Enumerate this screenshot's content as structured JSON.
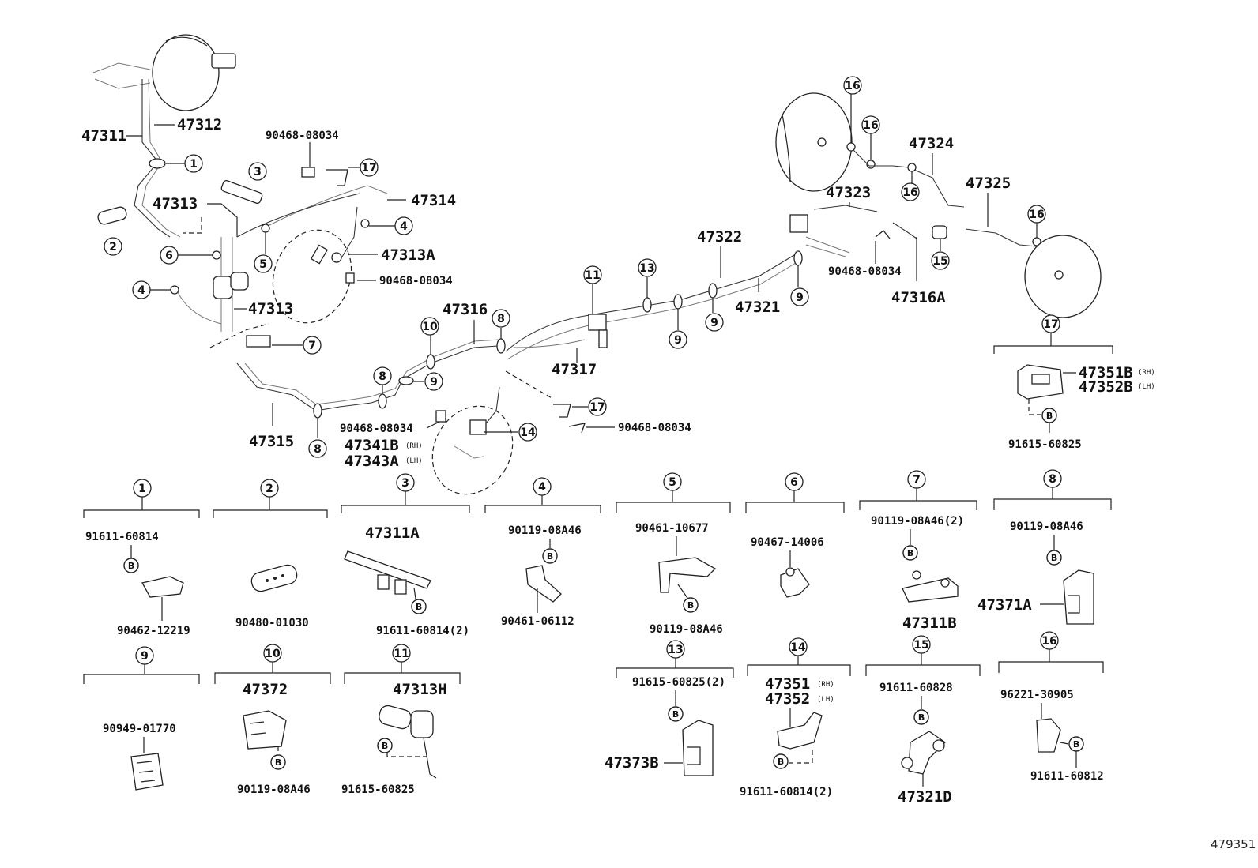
{
  "diagram_ref": "479351",
  "labels": {
    "p47311": "47311",
    "p47312": "47312",
    "p47313_top": "47313",
    "p47313_mid": "47313",
    "p47313A": "47313A",
    "p47314": "47314",
    "p47315": "47315",
    "p47316": "47316",
    "p47316A": "47316A",
    "p47317": "47317",
    "p47321": "47321",
    "p47322": "47322",
    "p47323": "47323",
    "p47324": "47324",
    "p47325": "47325",
    "p47341B": "47341B",
    "p47343A": "47343A",
    "p47351B": "47351B",
    "p47352B": "47352B",
    "rh": "(RH)",
    "lh": "(LH)",
    "clip1": "90468-08034",
    "clip2": "90468-08034",
    "clip3": "90468-08034",
    "clip4": "90468-08034",
    "clip5": "90468-08034",
    "bolt17": "91615-60825"
  },
  "callouts": [
    "1",
    "2",
    "3",
    "4",
    "5",
    "6",
    "7",
    "8",
    "9",
    "10",
    "11",
    "13",
    "14",
    "15",
    "16",
    "17"
  ],
  "details": {
    "d1": {
      "num": "1",
      "top": "91611-60814",
      "bottom": "90462-12219"
    },
    "d2": {
      "num": "2",
      "bottom": "90480-01030"
    },
    "d3": {
      "num": "3",
      "part": "47311A",
      "bottom": "91611-60814(2)"
    },
    "d4": {
      "num": "4",
      "top": "90119-08A46",
      "bottom": "90461-06112"
    },
    "d5": {
      "num": "5",
      "top": "90461-10677",
      "bottom": "90119-08A46"
    },
    "d6": {
      "num": "6",
      "top": "90467-14006"
    },
    "d7": {
      "num": "7",
      "top": "90119-08A46(2)",
      "part": "47311B"
    },
    "d8": {
      "num": "8",
      "top": "90119-08A46",
      "part": "47371A"
    },
    "d9": {
      "num": "9",
      "top": "90949-01770"
    },
    "d10": {
      "num": "10",
      "part": "47372",
      "bottom": "90119-08A46"
    },
    "d11": {
      "num": "11",
      "part": "47313H",
      "bottom": "91615-60825"
    },
    "d13": {
      "num": "13",
      "top": "91615-60825(2)",
      "part": "47373B"
    },
    "d14": {
      "num": "14",
      "part1": "47351",
      "part2": "47352",
      "tag1": "(RH)",
      "tag2": "(LH)",
      "bottom": "91611-60814(2)"
    },
    "d15": {
      "num": "15",
      "top": "91611-60828",
      "bottom": "47321D"
    },
    "d16": {
      "num": "16",
      "top": "96221-30905",
      "bottom": "91611-60812"
    }
  },
  "bolt_symbol": "B"
}
